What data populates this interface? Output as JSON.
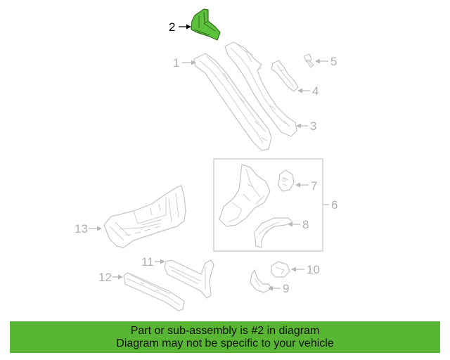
{
  "callouts": {
    "c1": "1",
    "c2": "2",
    "c3": "3",
    "c4": "4",
    "c5": "5",
    "c6": "6",
    "c7": "7",
    "c8": "8",
    "c9": "9",
    "c10": "10",
    "c11": "11",
    "c12": "12",
    "c13": "13"
  },
  "highlighted_part": "2",
  "colors": {
    "highlight": "#5ec13c",
    "banner": "#59b534",
    "part_outline": "#c4c4c4"
  },
  "banner": {
    "line1": "Part or sub-assembly is #2 in diagram",
    "line2": "Diagram may not be specific to your vehicle"
  }
}
